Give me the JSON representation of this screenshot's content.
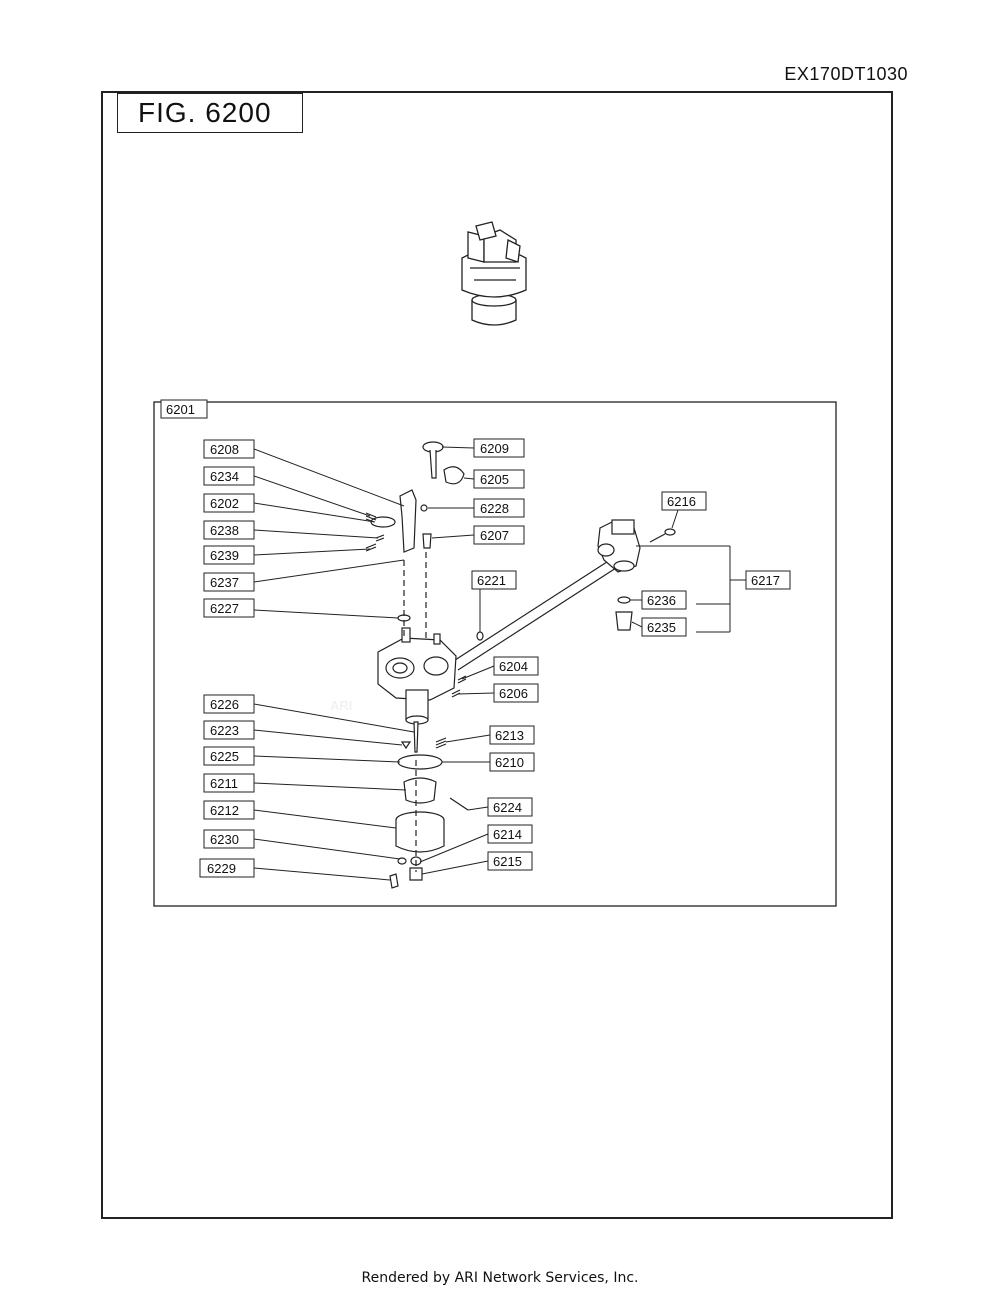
{
  "document_code": "EX170DT1030",
  "figure_title": "FIG. 6200",
  "assembly_label": "6201",
  "watermark": "ARI",
  "footer_text": "Rendered by ARI Network Services, Inc.",
  "callouts": {
    "p6208": "6208",
    "p6234": "6234",
    "p6202": "6202",
    "p6238": "6238",
    "p6239": "6239",
    "p6237": "6237",
    "p6227": "6227",
    "p6209": "6209",
    "p6205": "6205",
    "p6228": "6228",
    "p6207": "6207",
    "p6221": "6221",
    "p6216": "6216",
    "p6217": "6217",
    "p6236": "6236",
    "p6235": "6235",
    "p6204": "6204",
    "p6206": "6206",
    "p6226": "6226",
    "p6223": "6223",
    "p6225": "6225",
    "p6211": "6211",
    "p6212": "6212",
    "p6230": "6230",
    "p6229": "6229",
    "p6213": "6213",
    "p6210": "6210",
    "p6224": "6224",
    "p6214": "6214",
    "p6215": "6215"
  }
}
